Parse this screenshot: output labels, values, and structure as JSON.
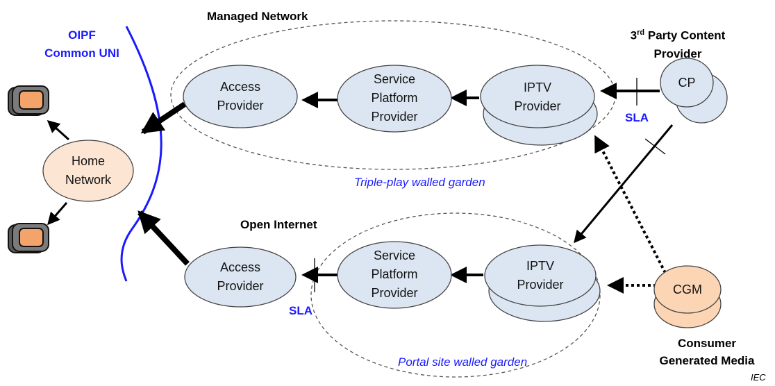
{
  "labels": {
    "managed_network": "Managed Network",
    "open_internet": "Open Internet",
    "oipf_line1": "OIPF",
    "oipf_line2": "Common UNI",
    "third_party_prefix": "3",
    "third_party_sup": "rd",
    "third_party_rest": " Party Content",
    "third_party_line2": "Provider",
    "consumer_line1": "Consumer",
    "consumer_line2": "Generated Media",
    "sla_top": "SLA",
    "sla_bottom": "SLA",
    "triple_play": "Triple-play walled garden",
    "portal_site": "Portal site walled garden",
    "iec": "IEC"
  },
  "nodes": {
    "home_network": [
      "Home",
      "Network"
    ],
    "access_top": [
      "Access",
      "Provider"
    ],
    "spp_top": [
      "Service",
      "Platform",
      "Provider"
    ],
    "iptv_top": [
      "IPTV",
      "Provider"
    ],
    "cp": [
      "CP"
    ],
    "access_bottom": [
      "Access",
      "Provider"
    ],
    "spp_bottom": [
      "Service",
      "Platform",
      "Provider"
    ],
    "iptv_bottom": [
      "IPTV",
      "Provider"
    ],
    "cgm": [
      "CGM"
    ]
  },
  "colors": {
    "node_fill": "#dce6f2",
    "home_fill": "#fde5d4",
    "cgm_fill": "#fcd5b5",
    "uni_line": "#1a1aff",
    "accent_text": "#1a1aff"
  }
}
